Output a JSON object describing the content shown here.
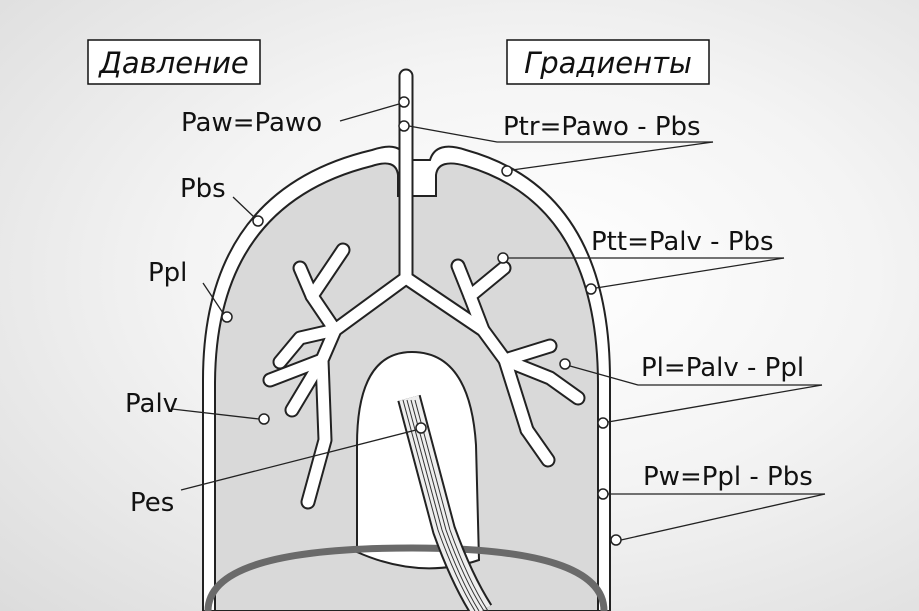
{
  "headers": {
    "pressure": "Давление",
    "gradients": "Градиенты"
  },
  "pressure_labels": {
    "paw": "Paw=Pawo",
    "pbs": "Pbs",
    "ppl": "Ppl",
    "palv": "Palv",
    "pes": "Pes"
  },
  "gradient_labels": {
    "ptr": "Ptr=Pawo - Pbs",
    "ptt": "Ptt=Palv - Pbs",
    "pl": "Pl=Palv - Ppl",
    "pw": "Pw=Ppl - Pbs"
  }
}
